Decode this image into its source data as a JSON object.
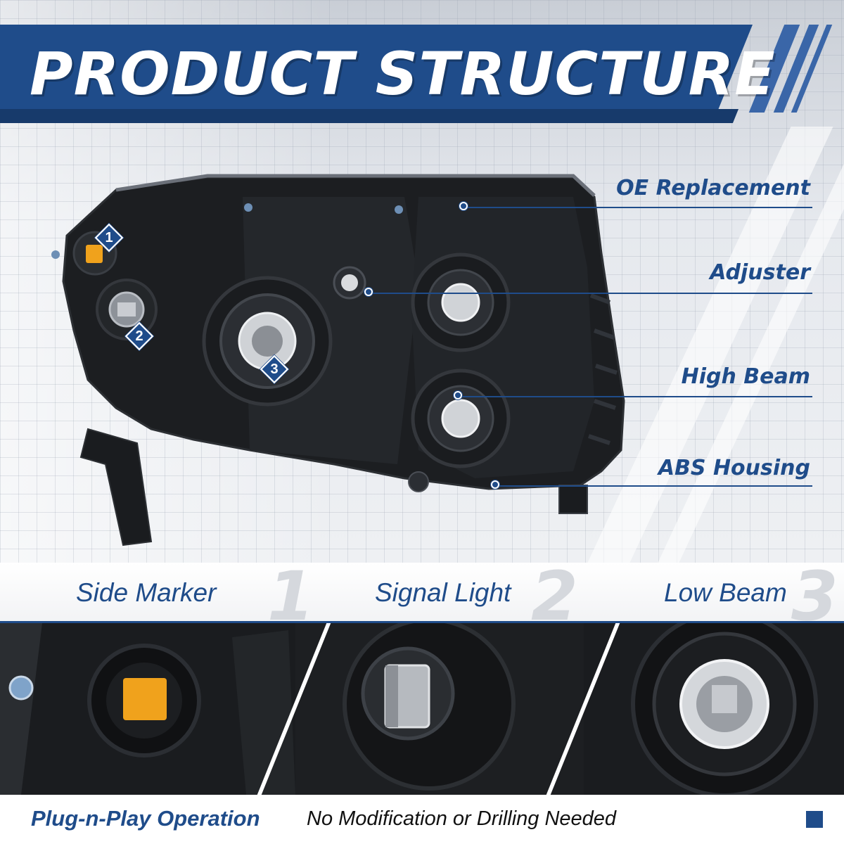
{
  "title": "PRODUCT STRUCTURE",
  "callouts": [
    {
      "label": "OE Replacement"
    },
    {
      "label": "Adjuster"
    },
    {
      "label": "High Beam"
    },
    {
      "label": "ABS Housing"
    }
  ],
  "markers": [
    "1",
    "2",
    "3"
  ],
  "parts": [
    {
      "label": "Side Marker",
      "number": "1"
    },
    {
      "label": "Signal Light",
      "number": "2"
    },
    {
      "label": "Low Beam",
      "number": "3"
    }
  ],
  "footer": {
    "strong": "Plug-n-Play Operation",
    "normal": "No Modification or Drilling Needed"
  },
  "colors": {
    "brand_blue": "#1f4c8a",
    "housing_black": "#1c1e21",
    "amber_bulb": "#f0a21c"
  }
}
